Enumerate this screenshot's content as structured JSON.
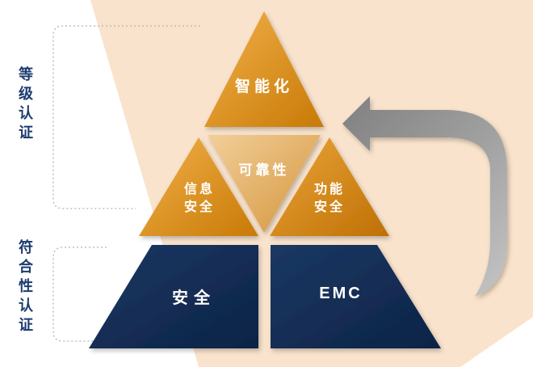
{
  "pyramid": {
    "tier_top": {
      "label": "智能化"
    },
    "tier_middle": [
      {
        "label": "信息\n安全"
      },
      {
        "label": "可靠性"
      },
      {
        "label": "功能\n安全"
      }
    ],
    "tier_bottom": [
      {
        "label": "安全"
      },
      {
        "label": "EMC"
      }
    ]
  },
  "side": {
    "top_label": "等级认证",
    "bottom_label": "符合性认证"
  },
  "icons": {
    "arrow": "curved-arrow-left-icon"
  },
  "colors": {
    "navy": "#12305e",
    "navy_dark": "#0c2346",
    "orange_light": "#f2b04a",
    "orange_dark": "#c87a06",
    "tan_light": "#f2cf9a",
    "tan_dark": "#d4953b",
    "peach_background": "#f9e3cc",
    "arrow_gray": "#9e9e9e",
    "side_label_navy": "#1c3c70",
    "dotted_gray": "#b5b5b5"
  }
}
